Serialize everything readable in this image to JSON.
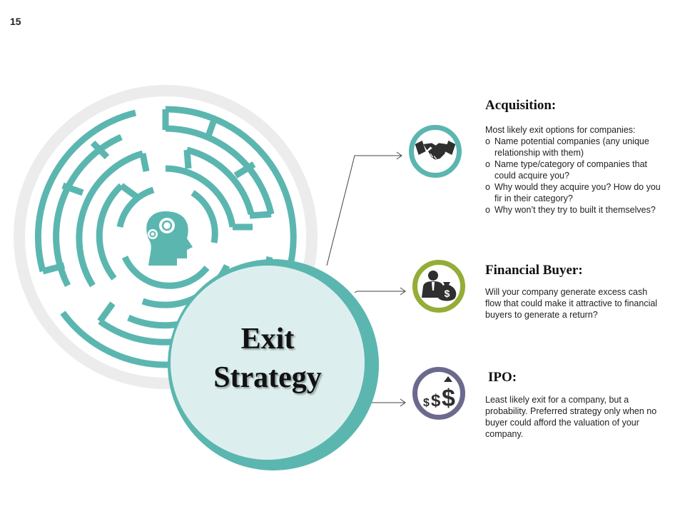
{
  "page_number": "15",
  "title": {
    "line1": "Exit",
    "line2": "Strategy"
  },
  "colors": {
    "teal": "#5bb6b0",
    "olive": "#94ad37",
    "slate": "#6b6a8e",
    "light_teal_fill": "#dcefee",
    "ring_gray": "#ececec",
    "icon_dark": "#2f2f2f"
  },
  "sections": [
    {
      "icon": "handshake-icon",
      "heading": "Acquisition:",
      "intro": "Most likely exit options for companies:",
      "bullet_marker": "o",
      "bullets": [
        "Name potential companies (any unique relationship with them)",
        "Name type/category of companies that could acquire you?",
        "Why would they acquire you? How do you fir in their category?",
        "Why won’t they try to built it themselves?"
      ]
    },
    {
      "icon": "investor-money-bag-icon",
      "heading": "Financial Buyer:",
      "text": "Will your company generate excess cash flow that could make it attractive to financial buyers to generate a return?"
    },
    {
      "icon": "dollar-growth-icon",
      "heading": "IPO:",
      "text": "Least likely exit for a company, but a probability. Preferred strategy only when no buyer could afford the valuation of your company."
    }
  ],
  "decor": {
    "maze": "maze-icon",
    "head": "head-gears-icon"
  }
}
